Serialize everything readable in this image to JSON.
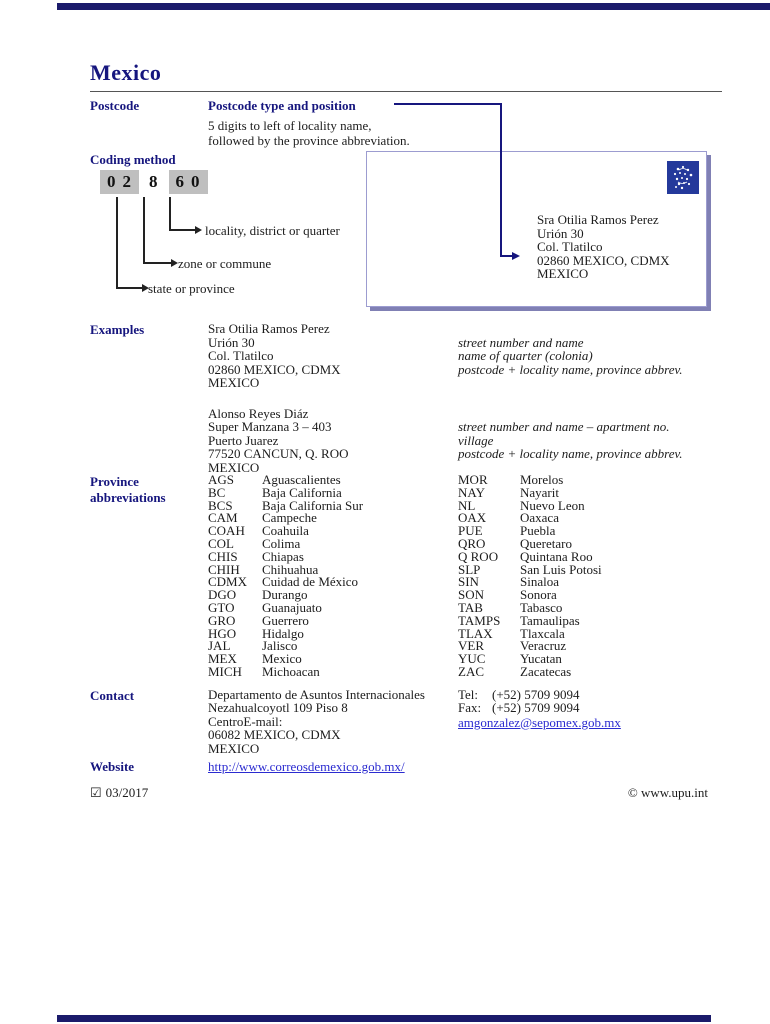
{
  "page": {
    "title": "Mexico",
    "footer": {
      "checkbox_glyph": "☑",
      "date": "03/2017",
      "copyright": "© www.upu.int"
    }
  },
  "postcode": {
    "label": "Postcode",
    "heading": "Postcode type and position",
    "description": [
      "5 digits to left of locality name,",
      "followed by the province abbreviation."
    ]
  },
  "coding": {
    "label": "Coding method",
    "postcode_value": "02860",
    "digit_groups": [
      {
        "text": "02",
        "shaded": true
      },
      {
        "text": "8",
        "shaded": false
      },
      {
        "text": "60",
        "shaded": true
      }
    ],
    "annotations": [
      "locality, district or quarter",
      "zone or commune",
      "state or province"
    ]
  },
  "envelope": {
    "stamp_icon": "upu-logo-stamp",
    "address_lines": [
      "Sra Otilia Ramos Perez",
      "Urión 30",
      "Col. Tlatilco",
      "02860 MEXICO, CDMX",
      "MEXICO"
    ]
  },
  "examples": {
    "label": "Examples",
    "items": [
      {
        "address_lines": [
          "Sra Otilia Ramos Perez",
          "Urión 30",
          "Col. Tlatilco",
          "02860 MEXICO, CDMX",
          "MEXICO"
        ],
        "notes": [
          "street number and name",
          "name of quarter (colonia)",
          "postcode + locality name, province abbrev."
        ]
      },
      {
        "address_lines": [
          "Alonso Reyes Diáz",
          "Super Manzana 3 – 403",
          "Puerto Juarez",
          "77520 CANCUN, Q. ROO",
          "MEXICO"
        ],
        "notes": [
          "street number and name – apartment no.",
          "village",
          "postcode + locality name, province abbrev."
        ]
      }
    ]
  },
  "provinces": {
    "label": "Province abbreviations",
    "left": [
      {
        "abbr": "AGS",
        "name": "Aguascalientes"
      },
      {
        "abbr": "BC",
        "name": "Baja California"
      },
      {
        "abbr": "BCS",
        "name": "Baja California Sur"
      },
      {
        "abbr": "CAM",
        "name": "Campeche"
      },
      {
        "abbr": "COAH",
        "name": "Coahuila"
      },
      {
        "abbr": "COL",
        "name": "Colima"
      },
      {
        "abbr": "CHIS",
        "name": "Chiapas"
      },
      {
        "abbr": "CHIH",
        "name": "Chihuahua"
      },
      {
        "abbr": "CDMX",
        "name": "Cuidad de México"
      },
      {
        "abbr": "DGO",
        "name": "Durango"
      },
      {
        "abbr": "GTO",
        "name": "Guanajuato"
      },
      {
        "abbr": "GRO",
        "name": "Guerrero"
      },
      {
        "abbr": "HGO",
        "name": "Hidalgo"
      },
      {
        "abbr": "JAL",
        "name": "Jalisco"
      },
      {
        "abbr": "MEX",
        "name": "Mexico"
      },
      {
        "abbr": "MICH",
        "name": "Michoacan"
      }
    ],
    "right": [
      {
        "abbr": "MOR",
        "name": "Morelos"
      },
      {
        "abbr": "NAY",
        "name": "Nayarit"
      },
      {
        "abbr": "NL",
        "name": "Nuevo Leon"
      },
      {
        "abbr": "OAX",
        "name": "Oaxaca"
      },
      {
        "abbr": "PUE",
        "name": "Puebla"
      },
      {
        "abbr": "QRO",
        "name": "Queretaro"
      },
      {
        "abbr": "Q ROO",
        "name": "Quintana Roo"
      },
      {
        "abbr": "SLP",
        "name": "San Luis Potosi"
      },
      {
        "abbr": "SIN",
        "name": "Sinaloa"
      },
      {
        "abbr": "SON",
        "name": "Sonora"
      },
      {
        "abbr": "TAB",
        "name": "Tabasco"
      },
      {
        "abbr": "TAMPS",
        "name": "Tamaulipas"
      },
      {
        "abbr": "TLAX",
        "name": "Tlaxcala"
      },
      {
        "abbr": "VER",
        "name": "Veracruz"
      },
      {
        "abbr": "YUC",
        "name": "Yucatan"
      },
      {
        "abbr": "ZAC",
        "name": "Zacatecas"
      }
    ]
  },
  "contact": {
    "label": "Contact",
    "address_lines": [
      "Departamento de Asuntos Internacionales",
      "Nezahualcoyotl 109 Piso 8",
      "CentroE-mail:",
      "06082 MEXICO, CDMX",
      "MEXICO"
    ],
    "tel_label": "Tel:",
    "tel": "(+52) 5709 9094",
    "fax_label": "Fax:",
    "fax": "(+52) 5709 9094",
    "email": "amgonzalez@sepomex.gob.mx"
  },
  "website": {
    "label": "Website",
    "url": "http://www.correosdemexico.gob.mx/"
  },
  "colors": {
    "accent_navy": "#16167e",
    "edge_bar_navy": "#1b1b6b",
    "link_blue": "#2b2bd0",
    "stamp_blue": "#24399b",
    "digit_box_gray": "#bfbfbf",
    "envelope_border": "#9c9cd0",
    "envelope_shadow": "#8080b4"
  }
}
